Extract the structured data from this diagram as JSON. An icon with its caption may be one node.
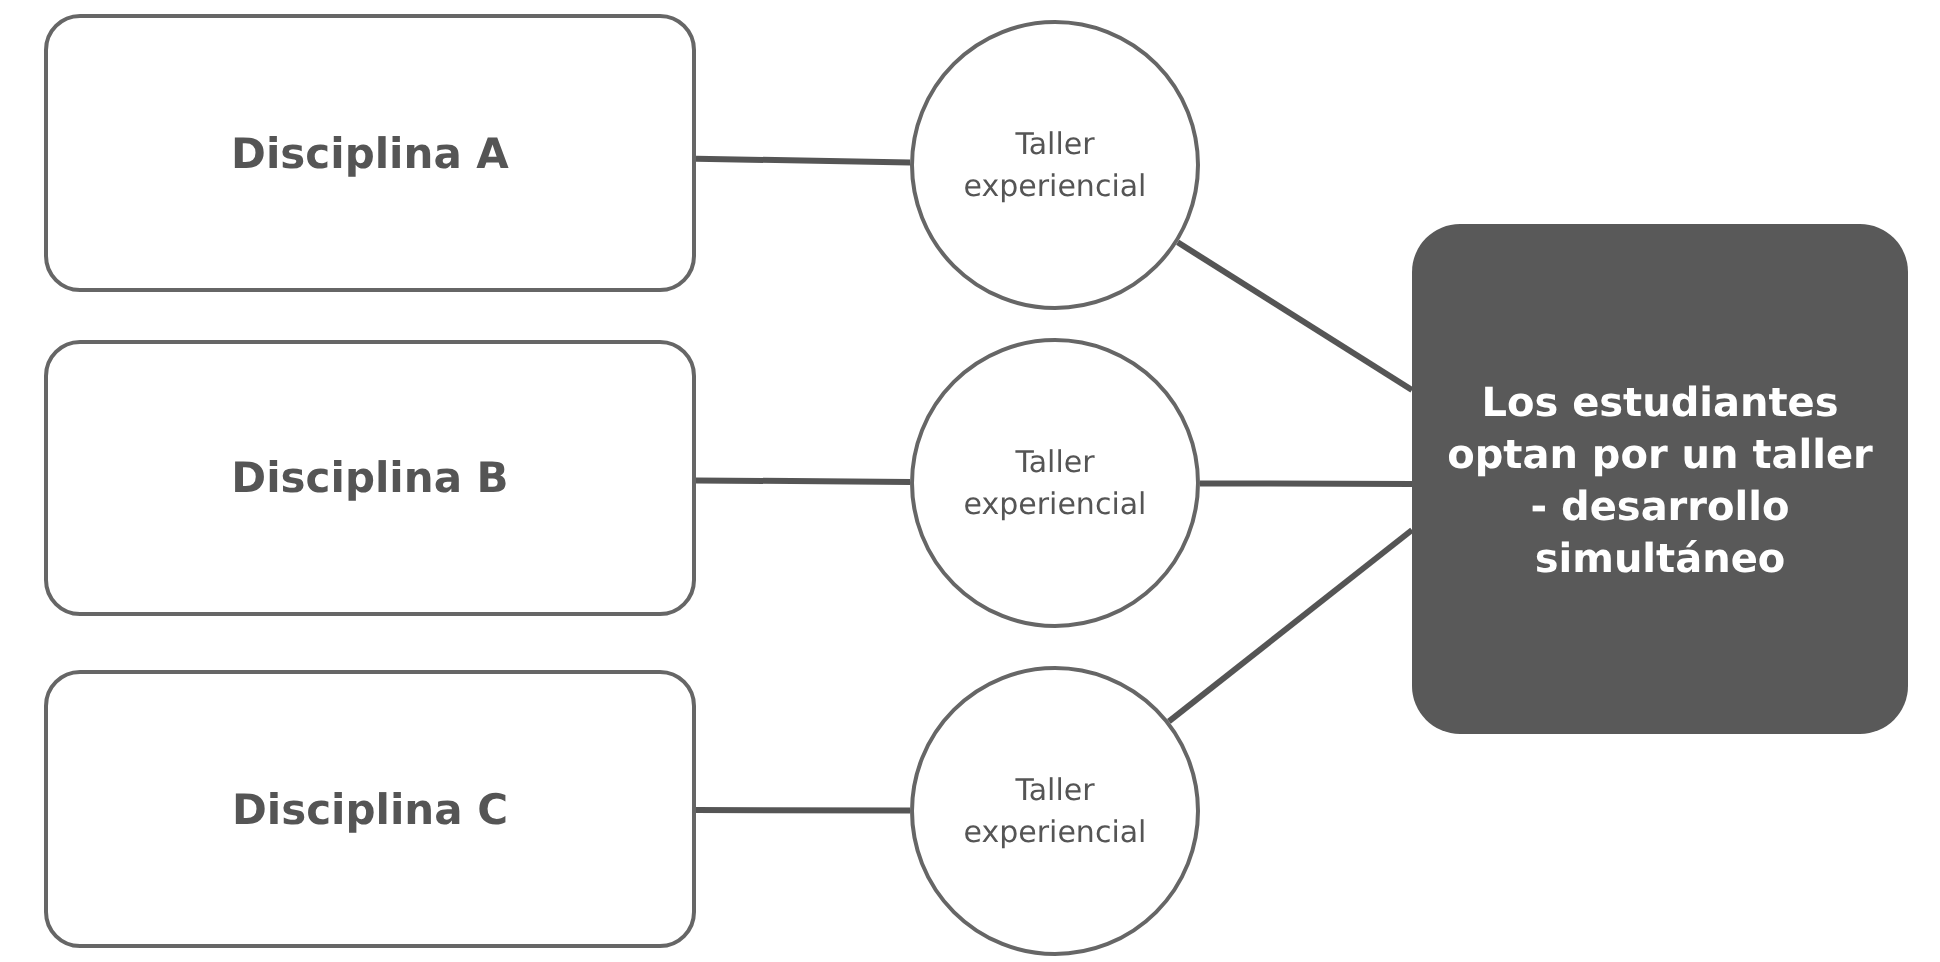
{
  "diagram": {
    "nodes": [
      {
        "text": [
          "Disciplina A"
        ]
      },
      {
        "text": [
          "Taller experiencial"
        ]
      },
      {
        "text": [
          "Disciplina B"
        ]
      },
      {
        "text": [
          "Taller experiencial"
        ]
      },
      {
        "text": [
          "Disciplina C"
        ]
      },
      {
        "text": [
          "Taller experiencial"
        ]
      },
      {
        "text": [
          "Los estudiantes optan por un taller - desarrollo simultáneo"
        ]
      }
    ],
    "edges": [
      {
        "from": 0,
        "to": 1,
        "arrow": "none"
      },
      {
        "from": 1,
        "to": 6,
        "arrow": "none"
      },
      {
        "from": 2,
        "to": 3,
        "arrow": "none"
      },
      {
        "from": 3,
        "to": 6,
        "arrow": "none"
      },
      {
        "from": 4,
        "to": 5,
        "arrow": "none"
      },
      {
        "from": 5,
        "to": 6,
        "arrow": "none"
      }
    ]
  }
}
